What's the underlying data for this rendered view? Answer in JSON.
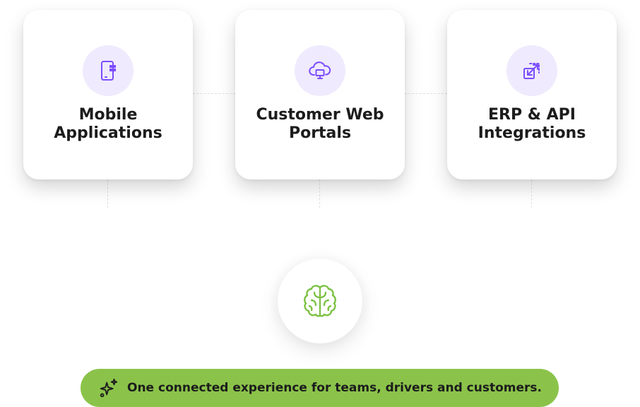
{
  "cards": [
    {
      "title_line1": "Mobile",
      "title_line2": "Applications",
      "icon": "mobile-app-icon"
    },
    {
      "title_line1": "Customer Web",
      "title_line2": "Portals",
      "icon": "cloud-monitor-icon"
    },
    {
      "title_line1": "ERP & API",
      "title_line2": "Integrations",
      "icon": "integration-arrows-icon"
    }
  ],
  "hub": {
    "icon": "brain-icon"
  },
  "banner": {
    "text": "One connected experience for teams, drivers and customers.",
    "icon": "sparkle-icon"
  },
  "colors": {
    "accent_purple": "#7c4dff",
    "icon_bg": "#efeafd",
    "accent_green": "#8bc34a",
    "brain_green": "#7cc242",
    "text_dark": "#1c1c1c"
  }
}
